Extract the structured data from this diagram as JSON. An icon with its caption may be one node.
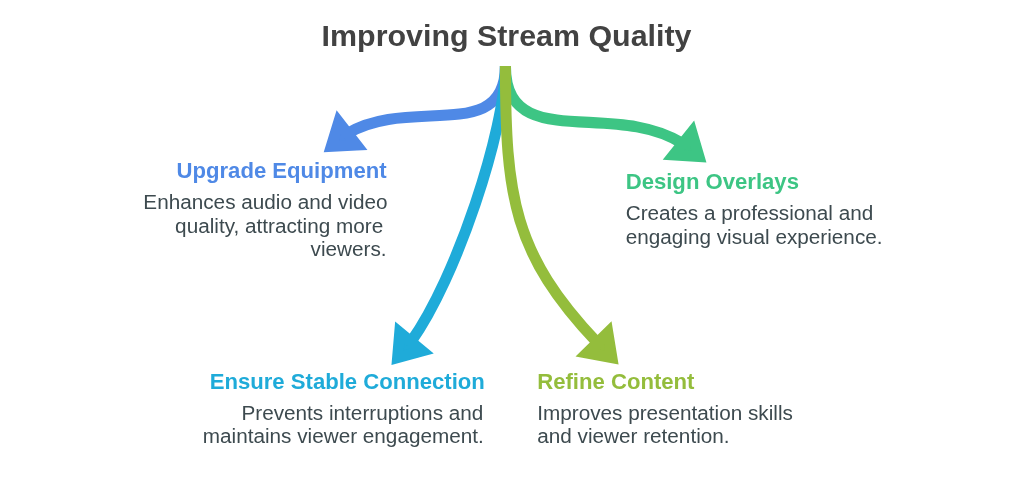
{
  "diagram": {
    "nodes": [
      {
        "text": [
          "Improving Stream Quality"
        ]
      },
      {
        "text": [
          "Upgrade Equipment",
          "Enhances audio and video quality, attracting more viewers."
        ]
      },
      {
        "text": [
          "Design Overlays",
          "Creates a professional and engaging visual experience."
        ]
      },
      {
        "text": [
          "Ensure Stable Connection",
          "Prevents interruptions and maintains viewer engagement."
        ]
      },
      {
        "text": [
          "Refine Content",
          "Improves presentation skills and viewer retention."
        ]
      }
    ],
    "edges": [
      {
        "from": 0,
        "to": 1,
        "arrow": "to",
        "color": "#4f89e6"
      },
      {
        "from": 0,
        "to": 3,
        "arrow": "to",
        "color": "#1fabd9"
      },
      {
        "from": 0,
        "to": 4,
        "arrow": "to",
        "color": "#94bd3c"
      },
      {
        "from": 0,
        "to": 2,
        "arrow": "to",
        "color": "#3dc584"
      }
    ]
  }
}
